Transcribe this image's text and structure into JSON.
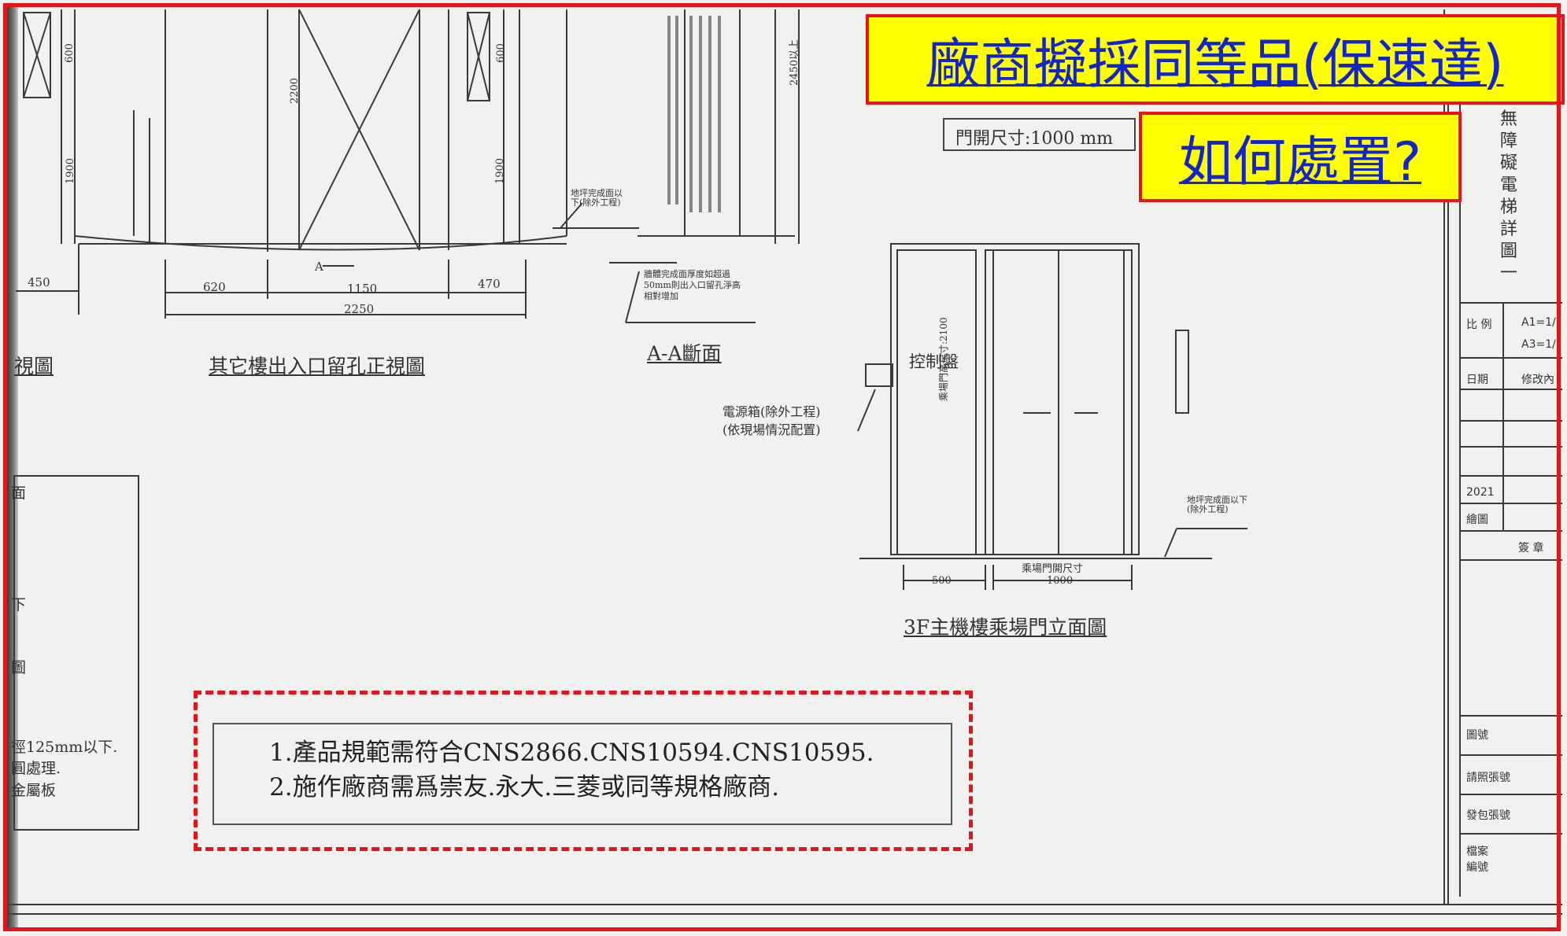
{
  "callouts": {
    "title": "廠商擬採同等品(保速達)",
    "question": "如何處置?"
  },
  "drawing": {
    "door_opening_label": "門開尺寸:1000 mm",
    "front_view_title": "其它樓出入口留孔正視圖",
    "section_title": "A-A斷面",
    "elevation_title": "3F主機樓乘場門立面圖",
    "left_view_title_fragment": "視圖",
    "sheet_title_vertical": "無障礙電梯詳圖一",
    "control_panel_label": "控制盤",
    "power_box_label_1": "電源箱(除外工程)",
    "power_box_label_2": "(依現場情況配置)",
    "dimensions": {
      "d450": "450",
      "d620": "620",
      "d1150": "1150",
      "d470": "470",
      "d2250": "2250",
      "d500": "500",
      "d1000": "1000",
      "d2200": "2200",
      "d1900_left": "1900",
      "d1900_right": "1900",
      "d600_left": "600",
      "d600_right": "600",
      "d2450": "2450以上"
    },
    "section_mark": "A",
    "small_notes": {
      "finish_floor": "地坪完成面以下(除外工程)",
      "wall_note": "牆體完成面厚度如超過50mm則出入口留孔淨高相對增加",
      "finish_floor_right": "地坪完成面以下(除外工程)",
      "hall_door_width": "乘場門開尺寸",
      "hall_door_height": "乘場門高尺寸:2100"
    },
    "left_fragments": [
      "面",
      "下",
      "圖",
      "徑125mm以下.",
      "圓處理.",
      "金屬板"
    ]
  },
  "notes": {
    "line1": "1.產品規範需符合CNS2866.CNS10594.CNS10595.",
    "line2": "2.施作廠商需爲崇友.永大.三菱或同等規格廠商."
  },
  "title_block": {
    "scale_label": "比 例",
    "scale_a1": "A1=1/",
    "scale_a3": "A3=1/",
    "date_label": "日期",
    "revision_label": "修改內",
    "year": "2021",
    "drawn_label": "繪圖",
    "signature_label": "簽 章",
    "drawing_no_label": "圖號",
    "request_no_label": "請照張號",
    "contract_no_label": "發包張號",
    "file_label": "檔案",
    "file_no_label": "編號"
  },
  "colors": {
    "callout_bg": "#ffff00",
    "callout_border": "#e4141b",
    "callout_text": "#1226c8",
    "dashed_highlight": "#e4141b"
  }
}
